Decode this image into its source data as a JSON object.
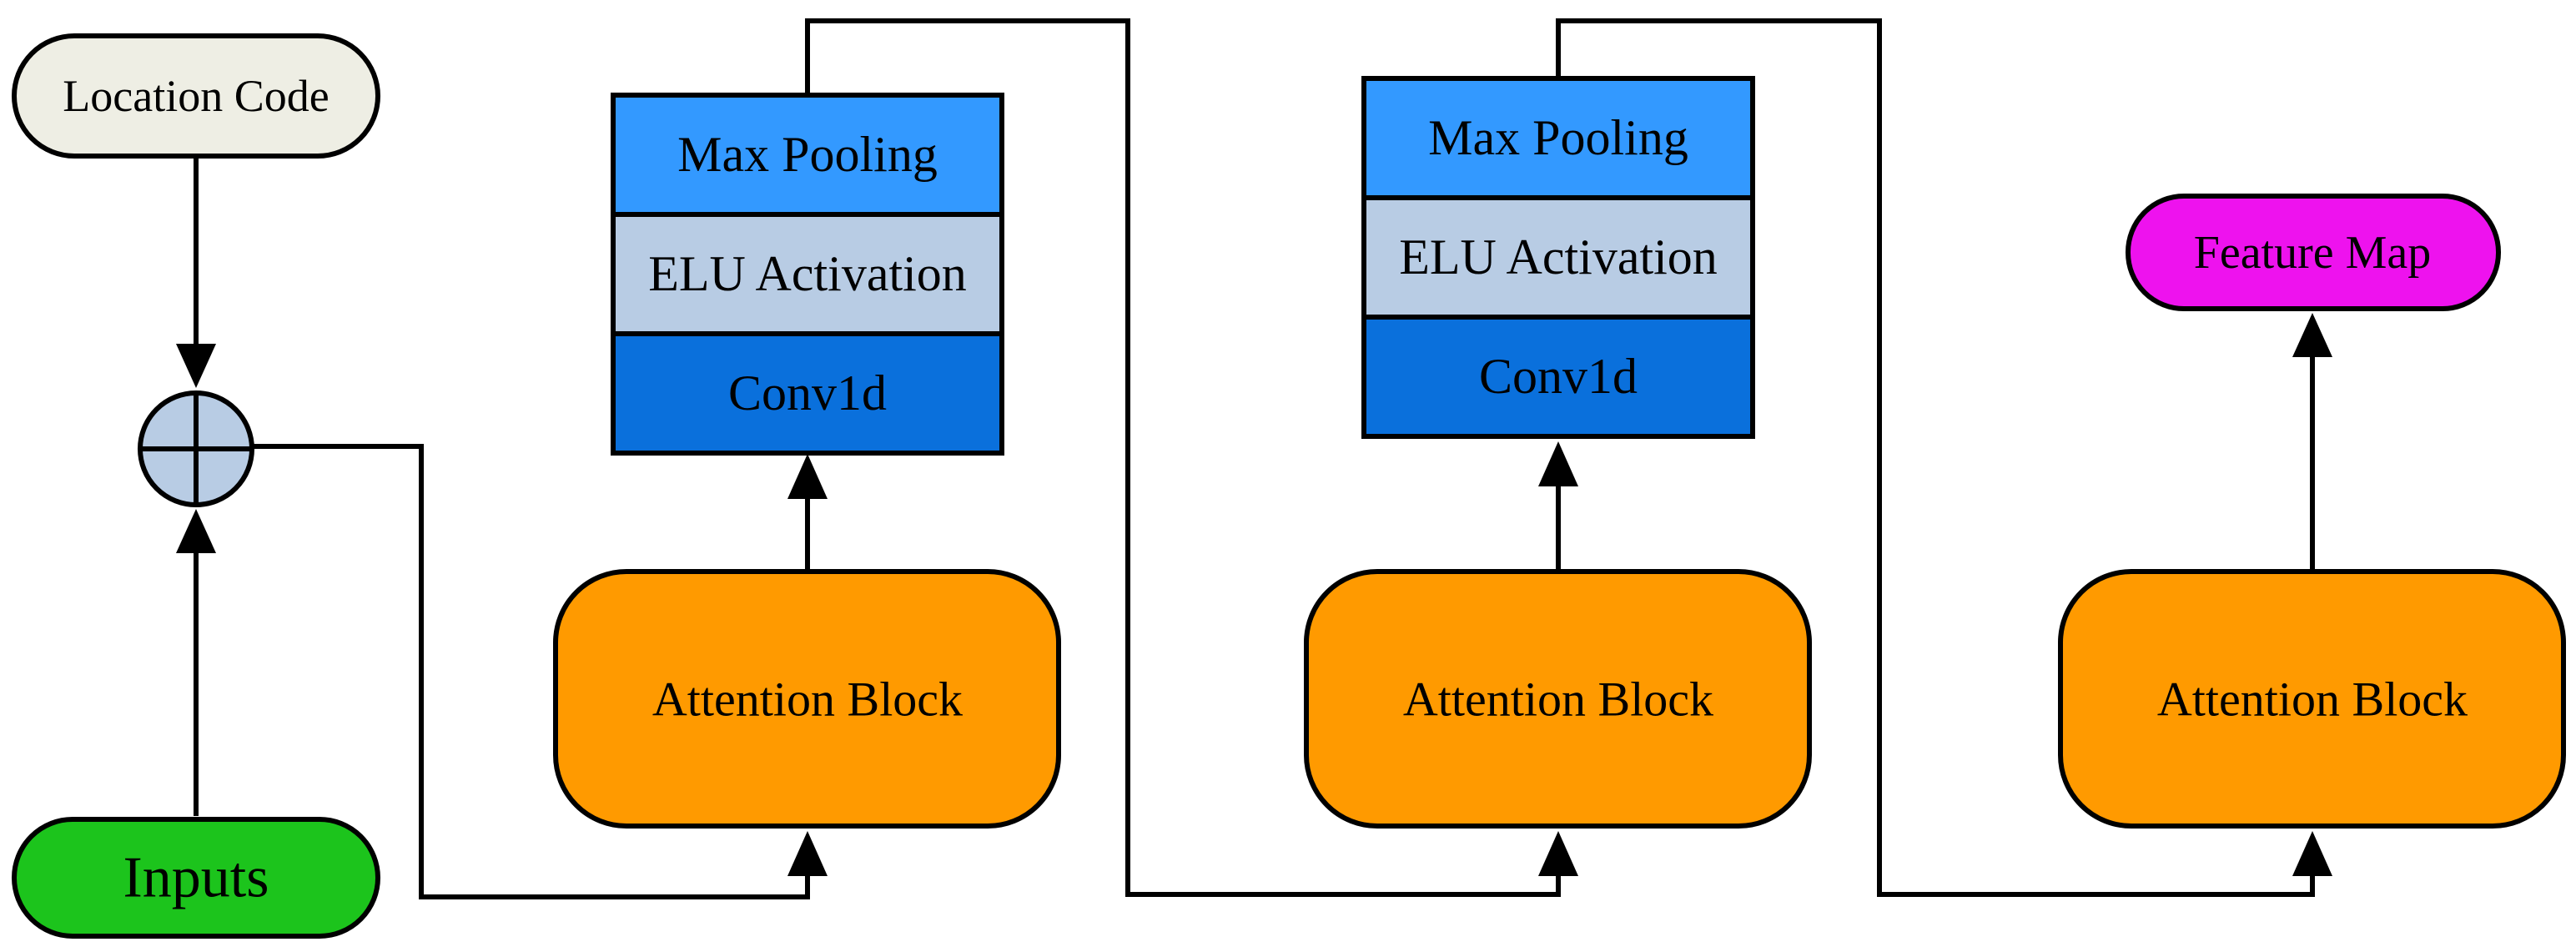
{
  "nodes": {
    "location_code": "Location Code",
    "inputs": "Inputs",
    "feature_map": "Feature Map"
  },
  "stack1": {
    "max_pooling": "Max Pooling",
    "elu_activation": "ELU Activation",
    "conv1d": "Conv1d"
  },
  "stack2": {
    "max_pooling": "Max Pooling",
    "elu_activation": "ELU Activation",
    "conv1d": "Conv1d"
  },
  "attention_blocks": [
    "Attention Block",
    "Attention Block",
    "Attention Block"
  ],
  "colors": {
    "location_code_fill": "#eeeee4",
    "inputs_fill": "#1cc41c",
    "feature_map_fill": "#ee12ee",
    "adder_fill": "#b8cce4",
    "max_pooling_fill": "#3399ff",
    "elu_activation_fill": "#b8cce4",
    "conv1d_fill": "#0a70dc",
    "attention_block_fill": "#ff9a00"
  }
}
